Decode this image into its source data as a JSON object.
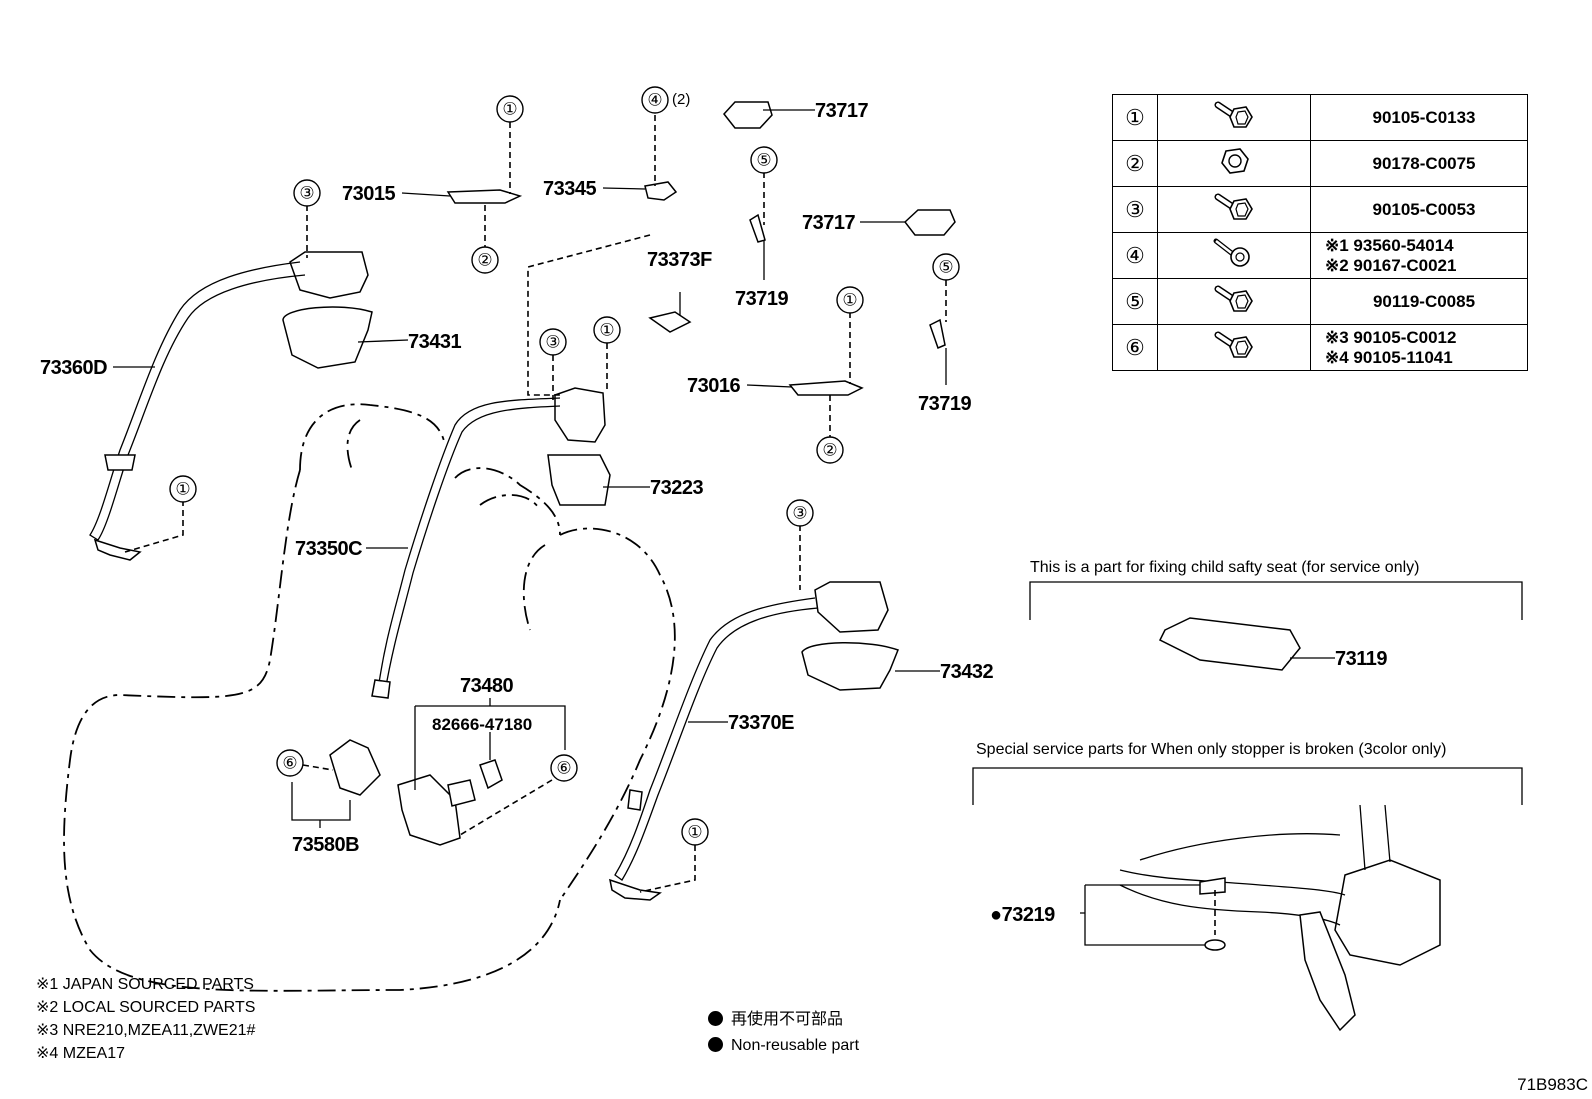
{
  "callouts": {
    "c1": "①",
    "c2": "②",
    "c3": "③",
    "c4": "④",
    "c5": "⑤",
    "c6": "⑥",
    "qty4": "(2)"
  },
  "parts": {
    "p73717a": "73717",
    "p73717b": "73717",
    "p73015": "73015",
    "p73345": "73345",
    "p73373F": "73373F",
    "p73719a": "73719",
    "p73719b": "73719",
    "p73431": "73431",
    "p73360D": "73360D",
    "p73016": "73016",
    "p73223": "73223",
    "p73350C": "73350C",
    "p73480": "73480",
    "p82666": "82666-47180",
    "p73580B": "73580B",
    "p73370E": "73370E",
    "p73432": "73432",
    "p73119": "73119",
    "p73219": "●73219"
  },
  "bolt_table": [
    {
      "ref": "①",
      "icon": "flange-bolt-icon",
      "codes": [
        "90105-C0133"
      ]
    },
    {
      "ref": "②",
      "icon": "nut-icon",
      "codes": [
        "90178-C0075"
      ]
    },
    {
      "ref": "③",
      "icon": "flange-bolt-icon",
      "codes": [
        "90105-C0053"
      ]
    },
    {
      "ref": "④",
      "icon": "tapping-screw-icon",
      "codes": [
        "※1 93560-54014",
        "※2 90167-C0021"
      ]
    },
    {
      "ref": "⑤",
      "icon": "flange-bolt-icon",
      "codes": [
        "90119-C0085"
      ]
    },
    {
      "ref": "⑥",
      "icon": "flange-bolt-icon",
      "codes": [
        "※3 90105-C0012",
        "※4 90105-11041"
      ]
    }
  ],
  "headings": {
    "child_seat": "This is a part for fixing child safty seat  (for service only)",
    "stopper": "Special service parts for When only stopper is broken (3color only)"
  },
  "legend": [
    "※1 JAPAN SOURCED PARTS",
    "※2 LOCAL SOURCED PARTS",
    "※3 NRE210,MZEA11,ZWE21#",
    "※4 MZEA17"
  ],
  "non_reusable": {
    "jp": "再使用不可部品",
    "en": "Non-reusable part"
  },
  "doc_id": "71B983C"
}
